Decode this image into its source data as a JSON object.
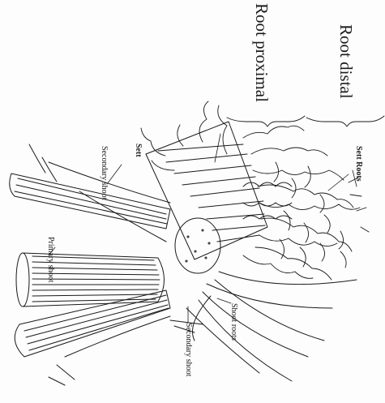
{
  "figure": {
    "labels": {
      "primary_shoot": "Primary shoot",
      "secondary_shoot_top": "Secondary shoot",
      "secondary_shoot_bottom": "Secondary shoot",
      "shoot_roots": "Shoot roots",
      "sett": "Sett",
      "sett_roots": "Sett Roots",
      "root_proximal": "Root proximal",
      "root_distal": "Root distal"
    },
    "colors": {
      "ink": "#1a1a1a",
      "background": "#fdfdfd"
    }
  }
}
